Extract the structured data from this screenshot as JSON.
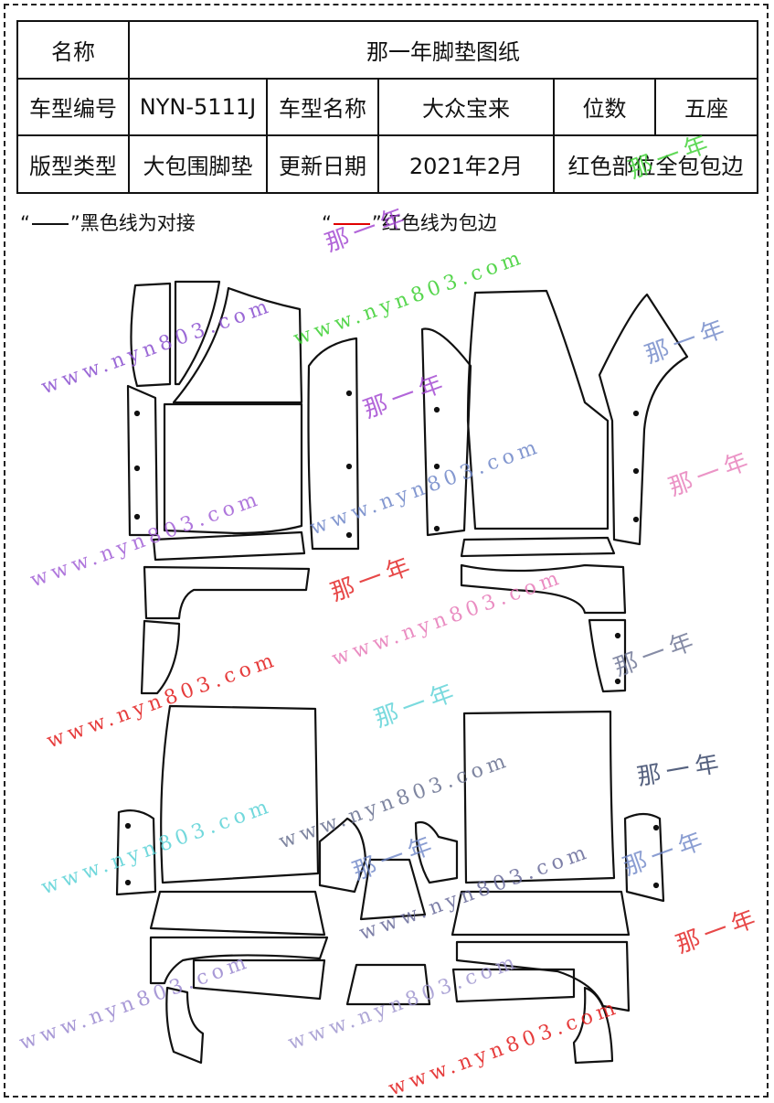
{
  "header": {
    "name_label": "名称",
    "name_value": "那一年脚垫图纸",
    "model_no_label": "车型编号",
    "model_no_value": "NYN-5111J",
    "model_name_label": "车型名称",
    "model_name_value": "大众宝来",
    "seats_label": "位数",
    "seats_value": "五座",
    "type_label": "版型类型",
    "type_value": "大包围脚垫",
    "date_label": "更新日期",
    "date_value": "2021年2月",
    "note_value": "红色部位全包包边"
  },
  "legend": {
    "black_open": "“",
    "black_close": "”黑色线为对接",
    "red_open": "“",
    "red_close": "”红色线为包边"
  },
  "watermarks": {
    "url_text": "www.nyn803.com",
    "brand_text": "那一年"
  },
  "colors": {
    "outline": "#111111",
    "wrap_edge": "#e00000"
  }
}
